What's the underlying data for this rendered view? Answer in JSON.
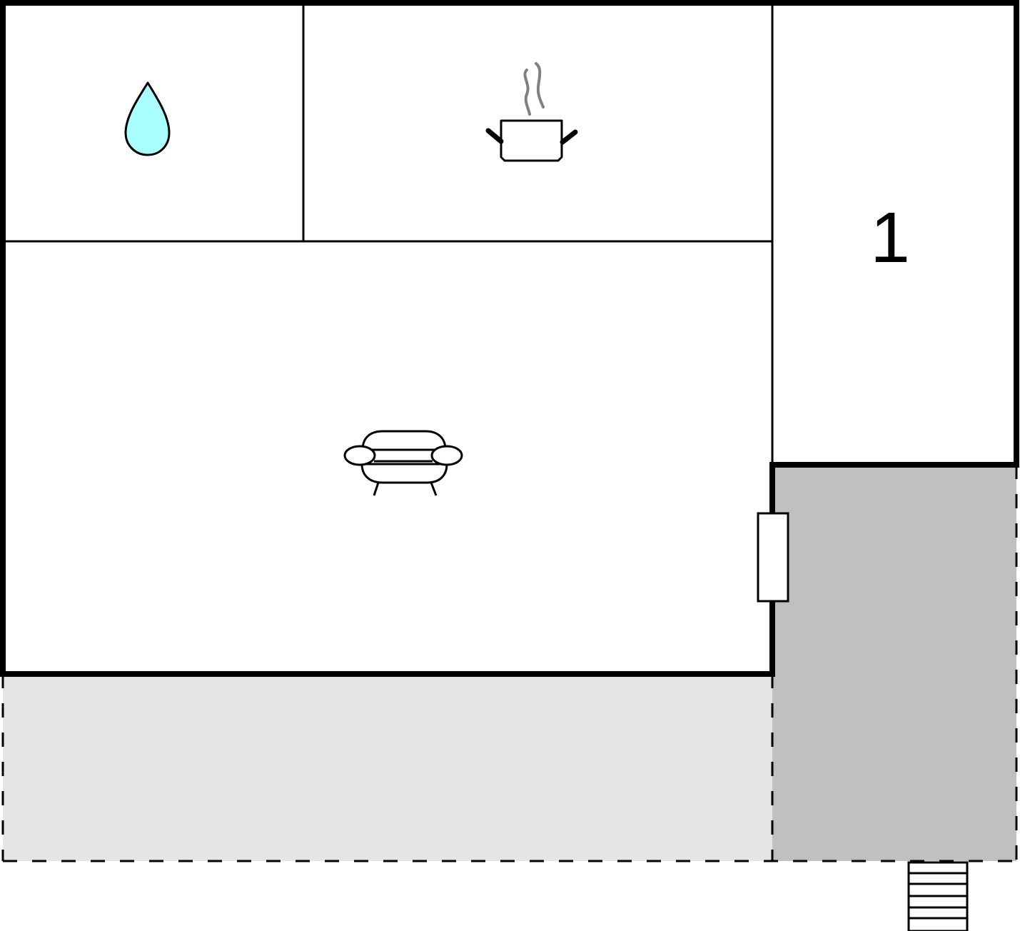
{
  "floorplan": {
    "type": "floor plan",
    "rooms": [
      {
        "id": "bathroom",
        "icon": "water-drop-icon",
        "label": ""
      },
      {
        "id": "kitchen",
        "icon": "cooking-pot-icon",
        "label": ""
      },
      {
        "id": "living-room",
        "icon": "sofa-icon",
        "label": ""
      },
      {
        "id": "bedroom",
        "icon": "",
        "label": "1"
      }
    ],
    "outdoor_areas": [
      {
        "id": "terrace-front",
        "style": "dashed",
        "fill": "#e5e5e5"
      },
      {
        "id": "terrace-covered",
        "style": "dashed",
        "fill": "#c0c0c0"
      }
    ],
    "features": [
      {
        "id": "entrance-door",
        "icon": "door-icon"
      },
      {
        "id": "stairs",
        "icon": "stairs-icon",
        "steps": 6
      }
    ],
    "colors": {
      "wall": "#000000",
      "drop_fill": "#aaffff",
      "steam": "#808080",
      "terrace_light": "#e5e5e5",
      "terrace_dark": "#c0c0c0"
    }
  }
}
